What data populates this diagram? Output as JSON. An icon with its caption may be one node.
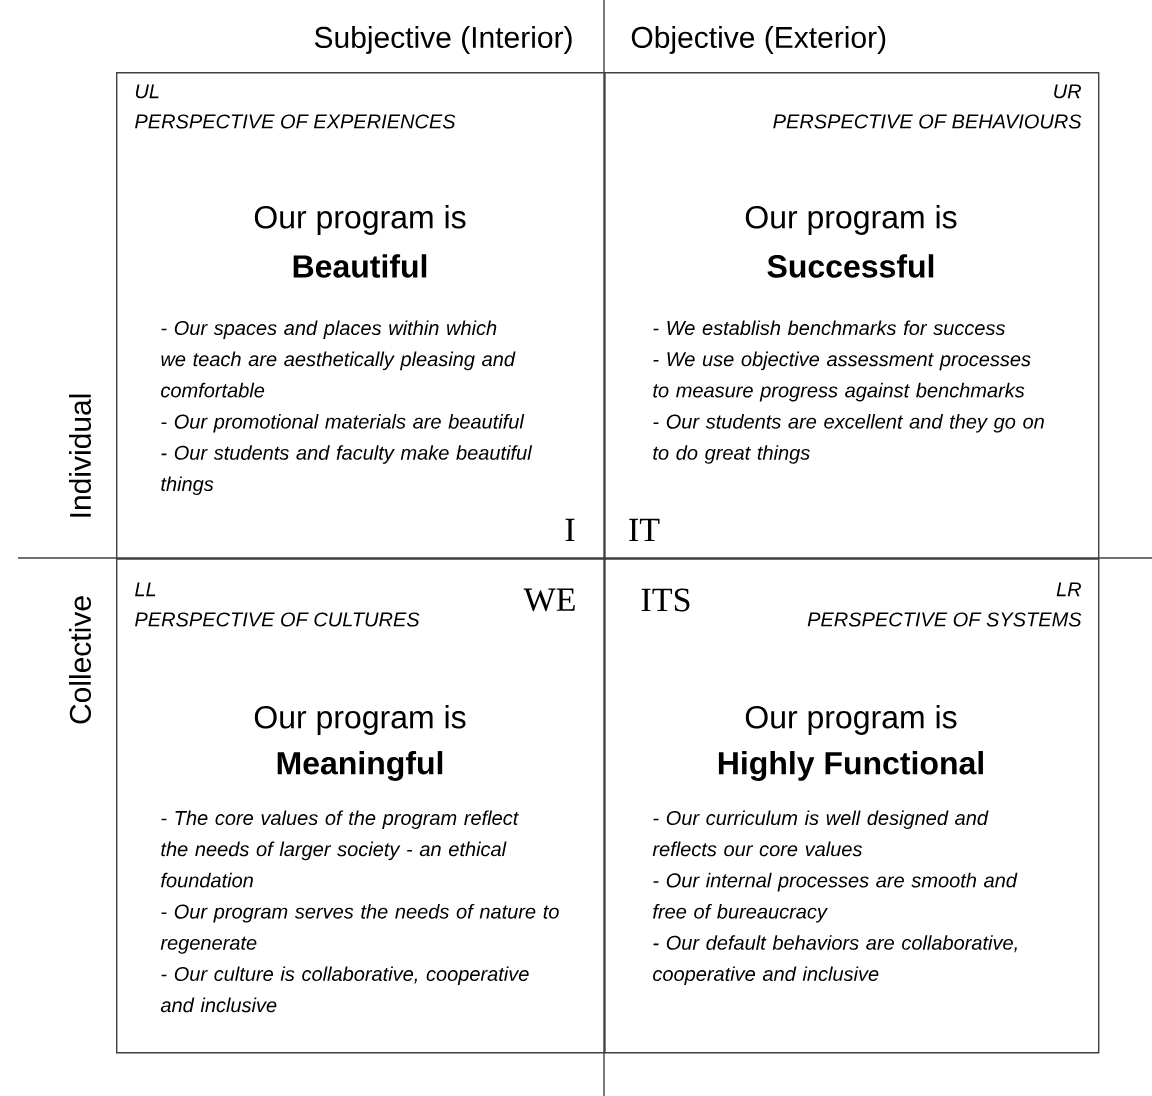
{
  "diagram": {
    "nodes": [
      {
        "text": [
          "UL",
          "PERSPECTIVE OF EXPERIENCES",
          "Our program is",
          "Beautiful",
          "- Our spaces and places within which we teach are aesthetically pleasing and comfortable",
          "- Our promotional materials are beautiful",
          "- Our students and faculty make beautiful things"
        ]
      },
      {
        "text": [
          "UR",
          "PERSPECTIVE OF BEHAVIOURS",
          "Our program is",
          "Successful",
          "- We establish benchmarks for success",
          "- We use objective assessment processes to measure progress against benchmarks",
          "- Our students are excellent and they go on to do great things"
        ]
      },
      {
        "text": [
          "LL",
          "PERSPECTIVE OF CULTURES",
          "Our program is",
          "Meaningful",
          "- The core values of the program reflect the needs of larger society - an ethical foundation",
          "- Our program serves the needs of nature to regenerate",
          "- Our culture is collaborative, cooperative and inclusive"
        ]
      },
      {
        "text": [
          "LR",
          "PERSPECTIVE OF SYSTEMS",
          "Our program is",
          "Highly Functional",
          "- Our curriculum is well designed and reflects our core values",
          "- Our internal processes are smooth and free of bureaucracy",
          "- Our default behaviors are collaborative, cooperative and inclusive"
        ]
      }
    ],
    "labels": [
      "Subjective (Interior)",
      "Objective (Exterior)",
      "Individual",
      "I",
      "IT",
      "Collective",
      "WE",
      "ITS"
    ]
  }
}
